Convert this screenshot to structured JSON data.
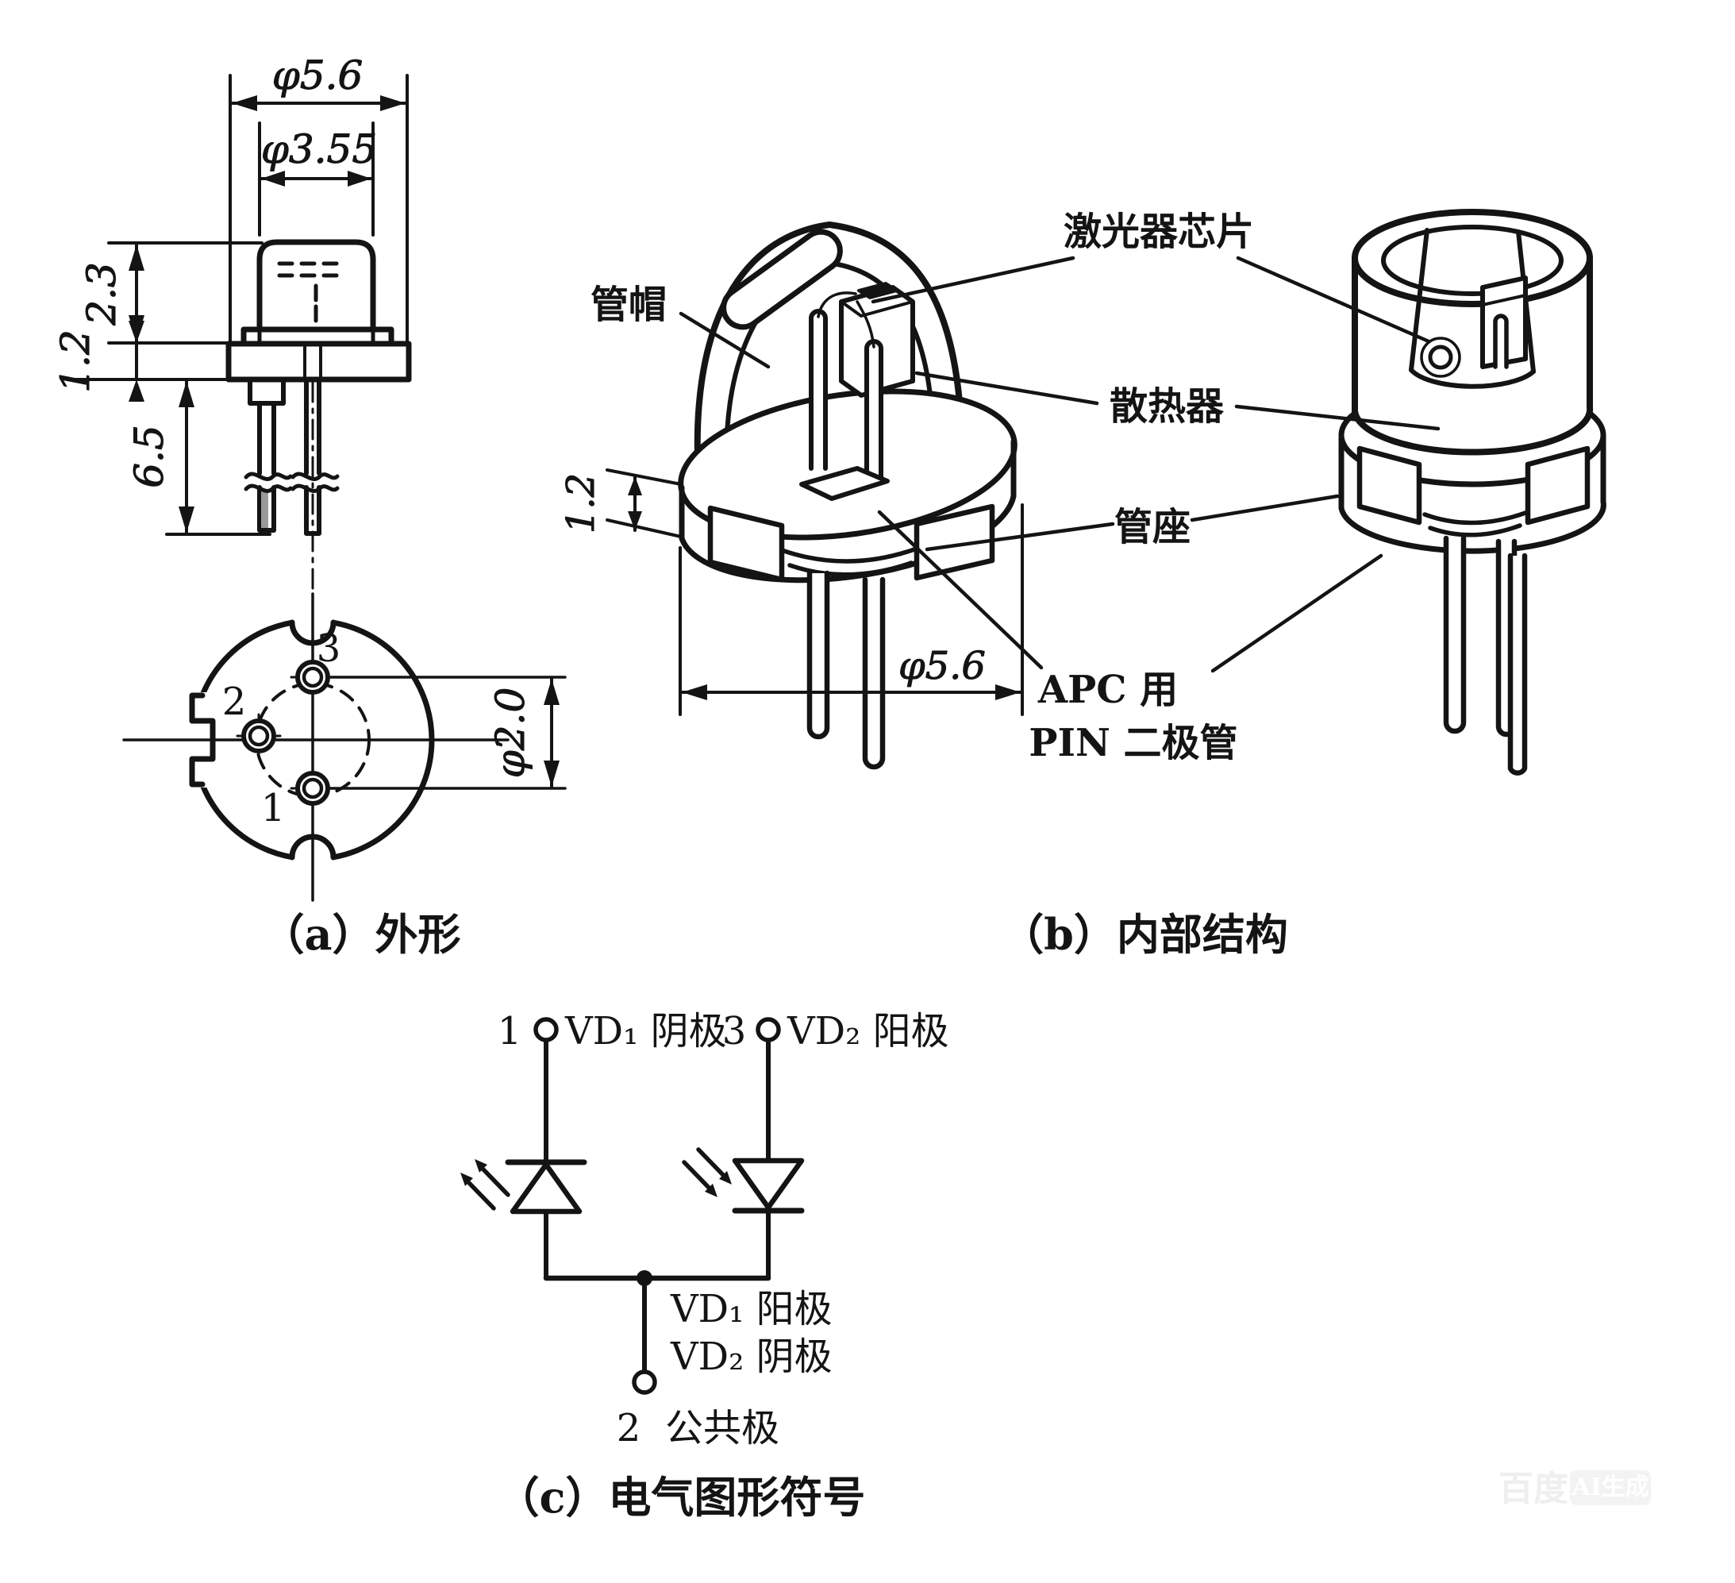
{
  "panel_a": {
    "caption": "（a）外形",
    "dims": {
      "phi56": "φ5.6",
      "phi355": "φ3.55",
      "h23": "2.3",
      "h12": "1.2",
      "h65": "6.5",
      "phi20": "φ2.0"
    },
    "pins": {
      "p1": "1",
      "p2": "2",
      "p3": "3"
    }
  },
  "panel_b": {
    "caption": "（b）内部结构",
    "labels": {
      "cap": "管帽",
      "chip": "激光器芯片",
      "heatsink": "散热器",
      "header": "管座",
      "apc_line1": "APC 用",
      "apc_line2": "PIN 二极管"
    },
    "dims": {
      "h12": "1.2",
      "phi56": "φ5.6"
    }
  },
  "panel_c": {
    "caption": "（c）电气图形符号",
    "pin1_num": "1",
    "pin3_num": "3",
    "pin1_label": "VD₁ 阴极",
    "pin3_label": "VD₂ 阳极",
    "common_label1": "VD₁ 阳极",
    "common_label2": "VD₂ 阴极",
    "pin2_num": "2",
    "common_name": "公共极"
  },
  "watermark": {
    "brand": "百度",
    "badge": "AI生成"
  }
}
